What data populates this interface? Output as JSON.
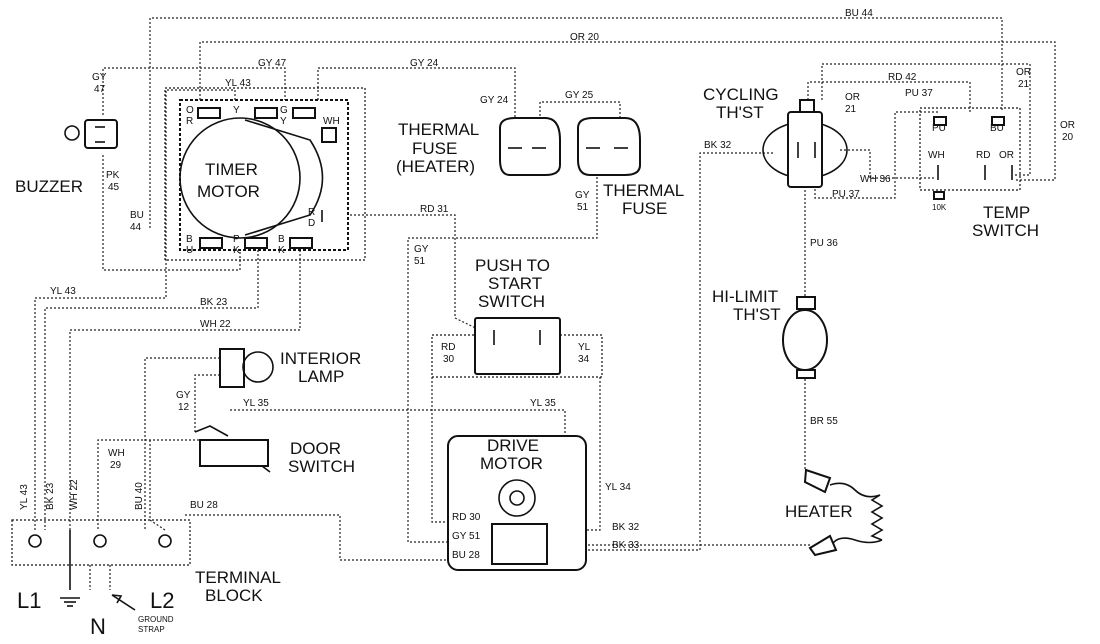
{
  "components": {
    "buzzer": "BUZZER",
    "timer_motor_1": "TIMER",
    "timer_motor_2": "MOTOR",
    "thermal_fuse_heater_1": "THERMAL",
    "thermal_fuse_heater_2": "FUSE",
    "thermal_fuse_heater_3": "(HEATER)",
    "thermal_fuse_1": "THERMAL",
    "thermal_fuse_2": "FUSE",
    "cycling_thst_1": "CYCLING",
    "cycling_thst_2": "TH'ST",
    "temp_switch_1": "TEMP",
    "temp_switch_2": "SWITCH",
    "push_to_start_1": "PUSH TO",
    "push_to_start_2": "START",
    "push_to_start_3": "SWITCH",
    "hi_limit_1": "HI-LIMIT",
    "hi_limit_2": "TH'ST",
    "interior_lamp_1": "INTERIOR",
    "interior_lamp_2": "LAMP",
    "door_switch_1": "DOOR",
    "door_switch_2": "SWITCH",
    "drive_motor_1": "DRIVE",
    "drive_motor_2": "MOTOR",
    "heater": "HEATER",
    "terminal_block_1": "TERMINAL",
    "terminal_block_2": "BLOCK",
    "l1": "L1",
    "n": "N",
    "l2": "L2",
    "ground_strap_1": "GROUND",
    "ground_strap_2": "STRAP"
  },
  "wires": {
    "bu44_top": "BU 44",
    "or20_top": "OR 20",
    "gy47_top": "GY 47",
    "gy24_top": "GY 24",
    "yl43_top": "YL 43",
    "gy24_fuse": "GY 24",
    "gy25": "GY 25",
    "rd42": "RD 42",
    "or21_a": "OR",
    "or21_b": "21",
    "or21c_a": "OR",
    "or21c_b": "21",
    "or20_right_a": "OR",
    "or20_right_b": "20",
    "pu37_top": "PU 37",
    "pu": "PU",
    "bu": "BU",
    "wh": "WH",
    "rd": "RD",
    "or": "OR",
    "tenk": "10K",
    "bk32_top": "BK 32",
    "wh36": "WH 36",
    "pu37_bottom": "PU 37",
    "pu36": "PU 36",
    "br55": "BR 55",
    "gy47_left_a": "GY",
    "gy47_left_b": "47",
    "pk45_a": "PK",
    "pk45_b": "45",
    "bu44_left_a": "BU",
    "bu44_left_b": "44",
    "rd31": "RD 31",
    "gy51_right_a": "GY",
    "gy51_right_b": "51",
    "gy51_left_a": "GY",
    "gy51_left_b": "51",
    "yl43_mid": "YL 43",
    "bk23_mid": "BK 23",
    "wh22_mid": "WH 22",
    "rd30_a": "RD",
    "rd30_b": "30",
    "yl34_a": "YL",
    "yl34_b": "34",
    "gy12_a": "GY",
    "gy12_b": "12",
    "yl35_left": "YL 35",
    "yl35_right": "YL 35",
    "wh29_a": "WH",
    "wh29_b": "29",
    "yl34_right": "YL 34",
    "bu28_top": "BU 28",
    "rd30_motor": "RD 30",
    "gy51_motor": "GY 51",
    "bu28_motor": "BU 28",
    "bk32_motor": "BK 32",
    "bk33": "BK 33",
    "yl43_v": "YL 43",
    "bk23_v": "BK 23",
    "wh22_v": "WH 22",
    "bu40_v": "BU 40",
    "wh_timer": "WH"
  },
  "timer_terminals": {
    "or_a": "O",
    "or_b": "R",
    "y": "Y",
    "gy_a": "G",
    "gy_b": "Y",
    "bu_a": "B",
    "bu_b": "U",
    "pk_a": "P",
    "pk_b": "K",
    "bk_a": "B",
    "bk_b": "K",
    "rd_a": "R",
    "rd_b": "D"
  }
}
